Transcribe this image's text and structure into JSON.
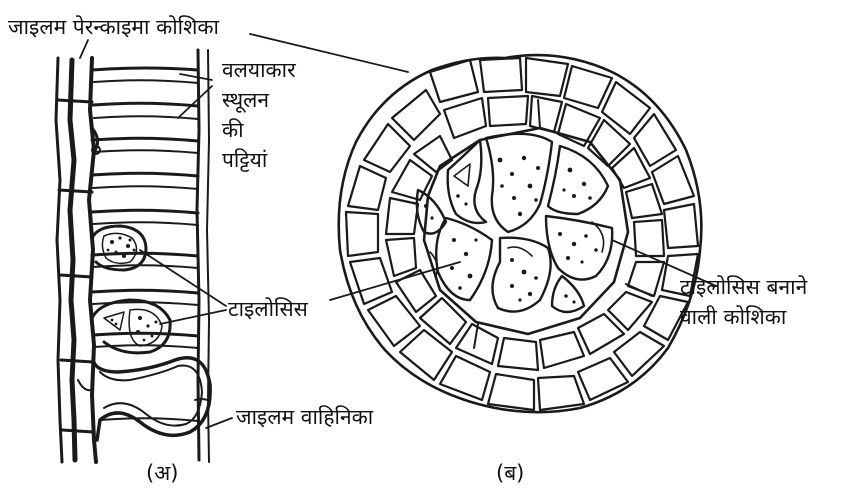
{
  "labels": {
    "xylem_parenchyma": "जाइलम पेरन्काइमा कोशिका",
    "annular_thickening": [
      "वलयाकार",
      "स्थूलन",
      "की",
      "पट्टियां"
    ],
    "tylosis": "टाइलोसिस",
    "xylem_vessel": "जाइलम वाहिनिका",
    "tylosis_forming_cell": [
      "टाइलोसिस बनाने",
      "वाली कोशिका"
    ],
    "fig_a": "(अ)",
    "fig_b": "(ब)"
  }
}
